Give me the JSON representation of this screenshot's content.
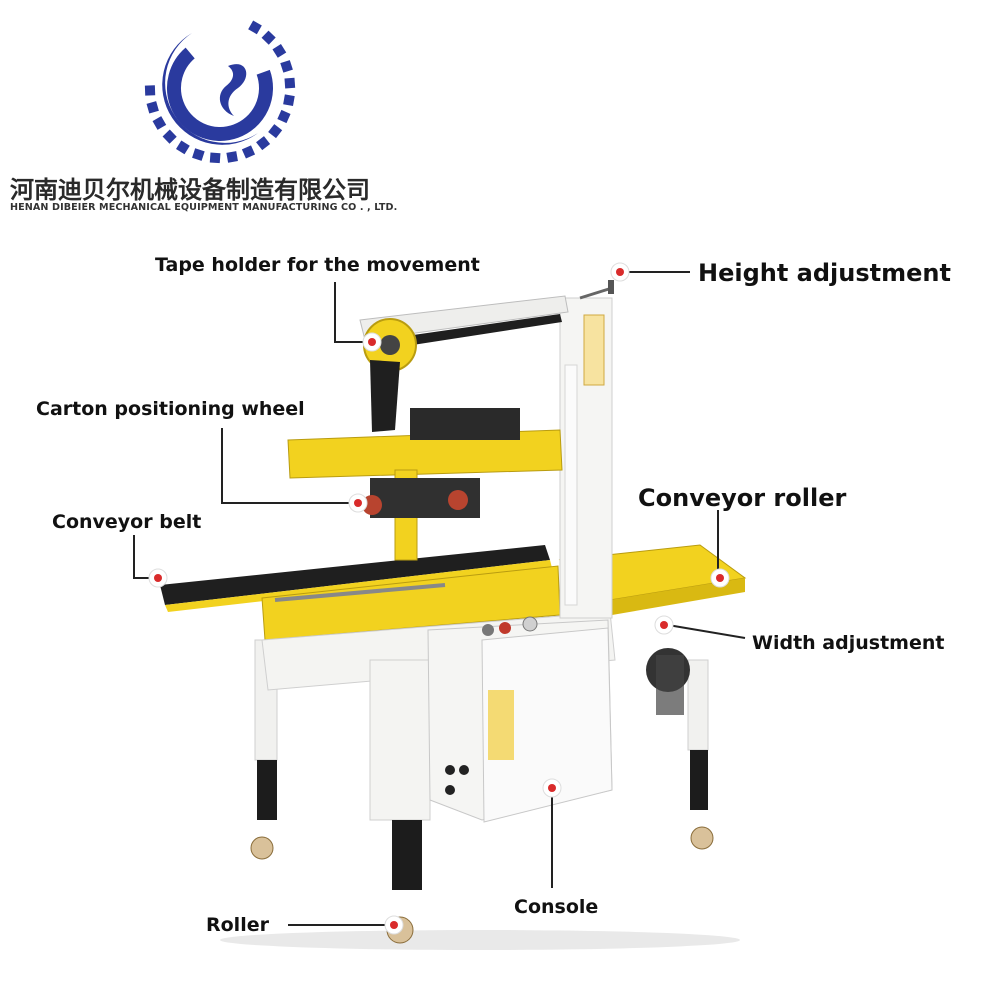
{
  "company": {
    "name_cn": "河南迪贝尔机械设备制造有限公司",
    "name_en": "HENAN DIBEIER MECHANICAL EQUIPMENT MANUFACTURING CO . , LTD."
  },
  "colors": {
    "logo_blue": "#2a3a9e",
    "machine_yellow": "#f2d21f",
    "machine_white": "#f2f2f0",
    "marker_red": "#d92b2b",
    "leader_line": "#222222"
  },
  "labels": {
    "tape_holder": "Tape holder for the movement",
    "height_adjustment": "Height adjustment",
    "carton_positioning_wheel": "Carton positioning wheel",
    "conveyor_roller": "Conveyor roller",
    "conveyor_belt": "Conveyor belt",
    "width_adjustment": "Width adjustment",
    "console": "Console",
    "roller": "Roller"
  }
}
